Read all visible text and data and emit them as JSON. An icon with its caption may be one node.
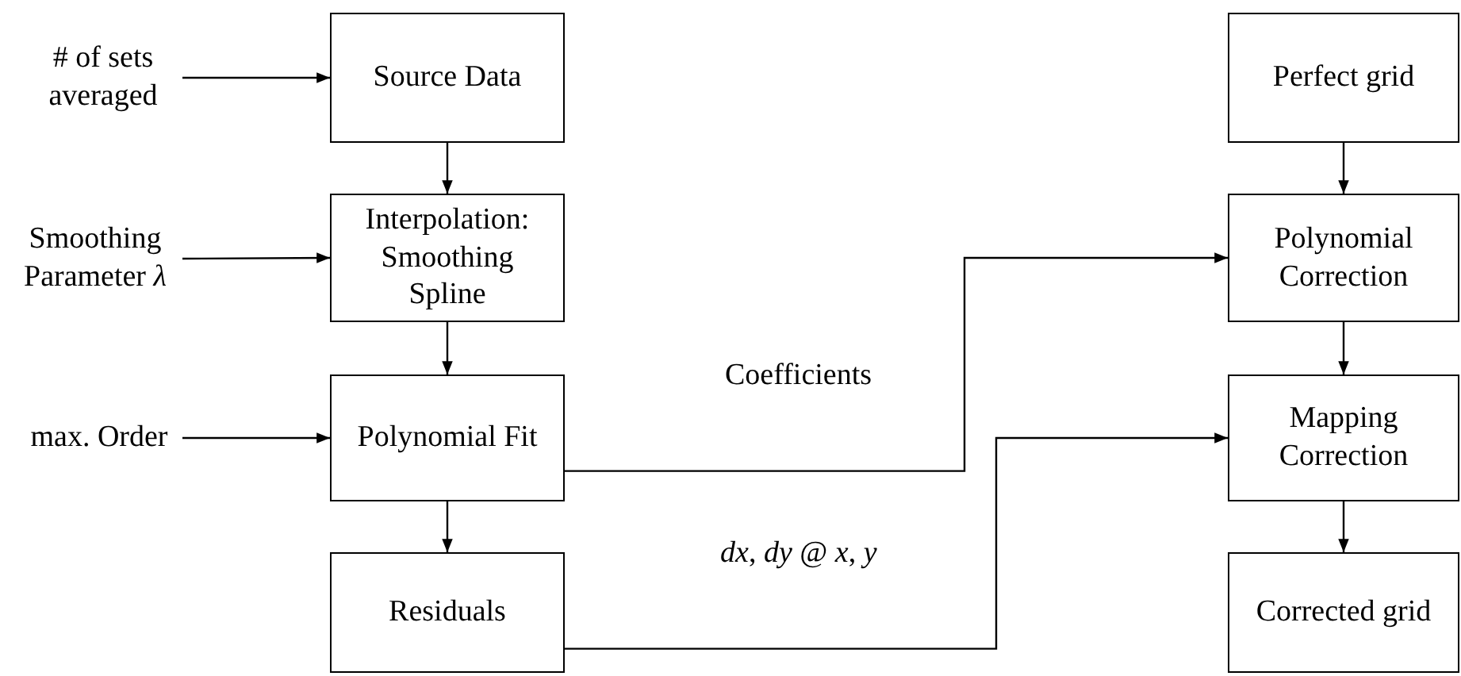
{
  "diagram": {
    "nodes": [
      {
        "text": [
          "# of sets averaged"
        ]
      },
      {
        "text": [
          "Source Data"
        ]
      },
      {
        "text": [
          "Smoothing Parameter *λ*"
        ]
      },
      {
        "text": [
          "Interpolation: Smoothing Spline"
        ]
      },
      {
        "text": [
          "max. Order"
        ]
      },
      {
        "text": [
          "Polynomial Fit"
        ]
      },
      {
        "text": [
          "Residuals"
        ]
      },
      {
        "text": [
          "Perfect grid"
        ]
      },
      {
        "text": [
          "Polynomial Correction"
        ]
      },
      {
        "text": [
          "Mapping Correction"
        ]
      },
      {
        "text": [
          "Corrected grid"
        ]
      }
    ],
    "edges": [
      {
        "from": 0,
        "to": 1,
        "arrow": "to"
      },
      {
        "from": 1,
        "to": 3,
        "arrow": "to"
      },
      {
        "from": 2,
        "to": 3,
        "arrow": "to"
      },
      {
        "from": 3,
        "to": 5,
        "arrow": "to"
      },
      {
        "from": 4,
        "to": 5,
        "arrow": "to"
      },
      {
        "from": 5,
        "to": 6,
        "arrow": "to"
      },
      {
        "from": 5,
        "to": 8,
        "arrow": "to",
        "label": "Coefficients"
      },
      {
        "from": 6,
        "to": 9,
        "arrow": "to",
        "label": "*dx*, *dy* @ *x*, *y*"
      },
      {
        "from": 7,
        "to": 8,
        "arrow": "to"
      },
      {
        "from": 8,
        "to": 9,
        "arrow": "to"
      },
      {
        "from": 9,
        "to": 10,
        "arrow": "to"
      }
    ]
  }
}
